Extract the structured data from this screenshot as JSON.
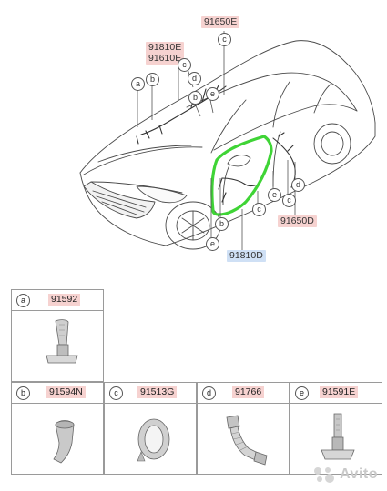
{
  "diagram": {
    "labels": {
      "part_91650E": "91650E",
      "part_91810E": "91810E",
      "part_91610E": "91610E",
      "part_91650D": "91650D",
      "part_91810D": "91810D"
    },
    "callouts": [
      "a",
      "b",
      "c",
      "d",
      "e"
    ],
    "colors": {
      "highlight": "#3fd436",
      "label_red_bg": "#f6d2d0",
      "label_blue_bg": "#cfe0f5",
      "line": "#555555"
    }
  },
  "parts": [
    {
      "letter": "a",
      "number": "91592"
    },
    {
      "letter": "b",
      "number": "91594N"
    },
    {
      "letter": "c",
      "number": "91513G"
    },
    {
      "letter": "d",
      "number": "91766"
    },
    {
      "letter": "e",
      "number": "91591E"
    }
  ],
  "watermark": "Avito"
}
